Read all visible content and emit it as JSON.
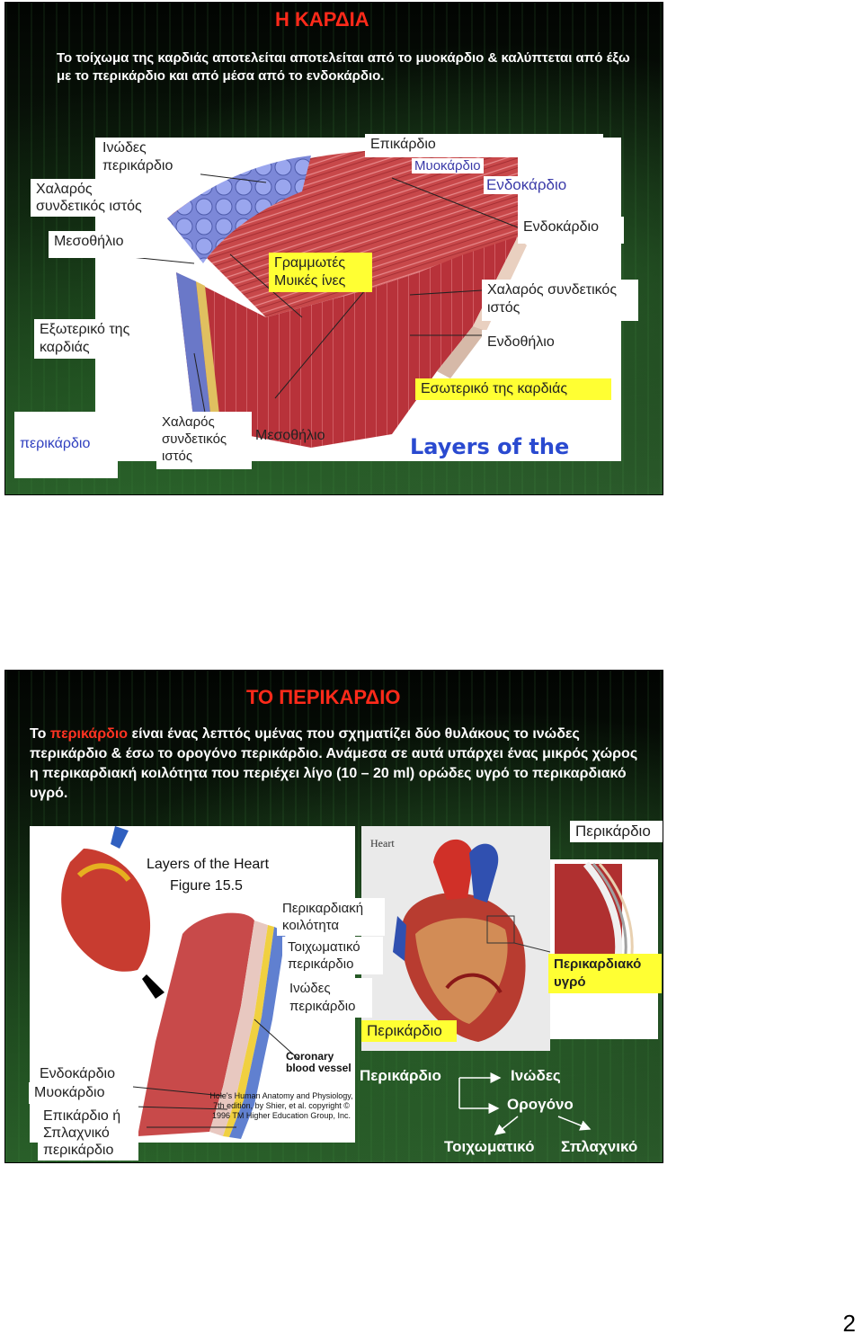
{
  "slide1": {
    "title": "Η ΚΑΡΔΙΑ",
    "intro": "Το τοίχωμα της καρδιάς αποτελείται αποτελείται από το μυοκάρδιο & καλύπτεται από έξω με το περικάρδιο και από μέσα από το ενδοκάρδιο.",
    "labels": {
      "inodes_pericardio": "Ινώδες περικάρδιο",
      "chalaros_1": "Χαλαρός συνδετικός ιστός",
      "mesothilio_1": "Μεσοθήλιο",
      "exoteriko": "Εξωτερικό της καρδιάς",
      "epikardio": "Επικάρδιο",
      "myokardio": "Μυοκάρδιο",
      "endokardio_top": "Ενδοκάρδιο",
      "endokardio_right": "Ενδοκάρδιο",
      "grammotes": "Γραμμωτές Μυικές ίνες",
      "chalaros_right": "Χαλαρός συνδετικός ιστός",
      "endothilio": "Ενδοθήλιο",
      "esoteriko": "Εσωτερικό της καρδιάς",
      "perikardio": "περικάρδιο",
      "chalaros_bottom": "Χαλαρός συνδετικός ιστός",
      "mesothilio_bottom": "Μεσοθήλιο",
      "image_caption": "Layers of the Heart"
    }
  },
  "slide2": {
    "title": "ΤΟ ΠΕΡΙΚΑΡΔΙΟ",
    "para_prefix": "Το ",
    "para_highlight": "περικάρδιο",
    "para_rest": " είναι ένας λεπτός υμένας που σχηματίζει δύο θυλάκους το ινώδες περικάρδιο & έσω το ορογόνο  περικάρδιο. Ανάμεσα σε αυτά υπάρχει ένας μικρός χώρος η περικαρδιακή κοιλότητα που περιέχει λίγο (10 – 20 ml) ορώδες υγρό το περικαρδιακό υγρό.",
    "figure": {
      "caption_line1": "Layers of the Heart",
      "caption_line2": "Figure 15.5",
      "coronary": "Coronary blood vessel",
      "credit": "Hole's Human Anatomy and Physiology, 7th edition, by Shier, et al. copyright © 1996 TM Higher Education Group, Inc.",
      "heart_word": "Heart"
    },
    "labels": {
      "pericardio_top": "Περικάρδιο",
      "perikardiaki_koilotita": "Περικαρδιακή κοιλότητα",
      "toichomatiko": "Τοιχωματικό περικάρδιο",
      "inodes": "Ινώδες περικάρδιο",
      "pericardio_mid": "Περικάρδιο",
      "perikardiako_ygro": "Περικαρδιακό υγρό",
      "endokardio": "Ενδοκάρδιο",
      "myokardio": "Μυοκάρδιο",
      "epikardio": "Επικάρδιο ή Σπλαχνικό περικάρδιο"
    },
    "tree": {
      "root": "Περικάρδιο",
      "inodes": "Ινώδες",
      "orogono": "Ορογόνο",
      "toichomatiko": "Τοιχωματικό",
      "splachniko": "Σπλαχνικό"
    }
  },
  "page_number": "2"
}
